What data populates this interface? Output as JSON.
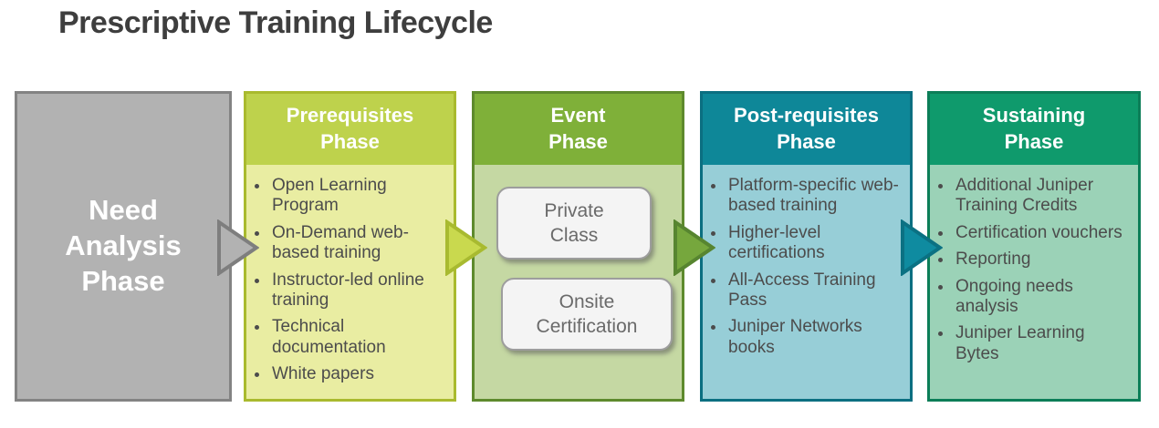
{
  "page": {
    "title": "Prescriptive Training Lifecycle"
  },
  "phases": [
    {
      "name": "Need Analysis Phase",
      "title_lines": [
        "Need",
        "Analysis",
        "Phase"
      ]
    },
    {
      "name": "Prerequisites Phase",
      "title_lines": [
        "Prerequisites",
        "Phase"
      ],
      "bullets": [
        "Open Learning Program",
        "On-Demand web-based training",
        "Instructor-led online training",
        "Technical documentation",
        "White papers"
      ]
    },
    {
      "name": "Event Phase",
      "title_lines": [
        "Event",
        "Phase"
      ],
      "cards": [
        {
          "lines": [
            "Private",
            "Class"
          ]
        },
        {
          "lines": [
            "Onsite",
            "Certification"
          ]
        }
      ]
    },
    {
      "name": "Post-requisites Phase",
      "title_lines": [
        "Post-requisites",
        "Phase"
      ],
      "bullets": [
        "Platform-specific web-based training",
        "Higher-level certifications",
        "All-Access Training Pass",
        "Juniper Networks books"
      ]
    },
    {
      "name": "Sustaining Phase",
      "title_lines": [
        "Sustaining",
        "Phase"
      ],
      "bullets": [
        "Additional Juniper Training Credits",
        "Certification vouchers",
        "Reporting",
        "Ongoing needs analysis",
        "Juniper Learning Bytes"
      ]
    }
  ],
  "palette": {
    "title_text": "#3e3e3e",
    "need_fill": "#b2b2b2",
    "need_border": "#838383",
    "prereq_header": "#bed24c",
    "prereq_body": "#e9eda2",
    "prereq_border": "#a9ba2e",
    "event_header": "#7fb039",
    "event_body": "#c5d8a3",
    "event_border": "#5e8a2d",
    "post_header": "#0e8798",
    "post_body": "#97ced7",
    "post_border": "#0b6f81",
    "sustain_header": "#0f9a6c",
    "sustain_body": "#9bd2b7",
    "sustain_border": "#0c7e58",
    "bullet_text": "#4c4c4c",
    "card_fill": "#f4f4f4",
    "card_border": "#9d9d9d",
    "card_text": "#6a6a6a"
  }
}
